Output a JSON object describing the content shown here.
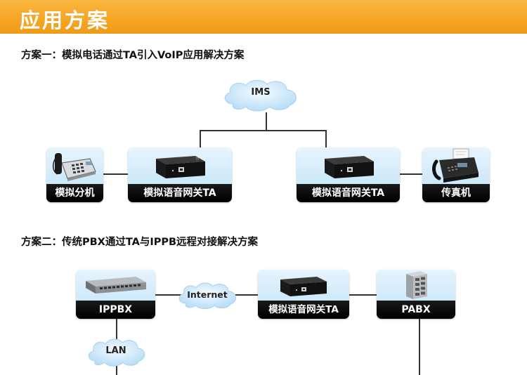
{
  "header": {
    "title": "应用方案"
  },
  "solution1": {
    "title": "方案一：模拟电话通过TA引入VoIP应用解决方案",
    "cloud_label": "IMS",
    "devices": {
      "phone": "模拟分机",
      "gateway_left": "模拟语音网关TA",
      "gateway_right": "模拟语音网关TA",
      "fax": "传真机"
    }
  },
  "solution2": {
    "title": "方案二：传统PBX通过TA与IPPB远程对接解决方案",
    "internet_label": "Internet",
    "lan_label": "LAN",
    "devices": {
      "ippbx": "IPPBX",
      "gateway": "模拟语音网关TA",
      "pabx": "PABX"
    }
  },
  "colors": {
    "banner": "#f5a623",
    "device_bg": "#c9e7fa",
    "label_bg": "#000000",
    "cloud": "#cfe8fa"
  },
  "icons": [
    "telephone-icon",
    "voip-gateway-icon",
    "fax-machine-icon",
    "network-switch-icon",
    "pabx-cabinet-icon",
    "cloud-icon"
  ]
}
